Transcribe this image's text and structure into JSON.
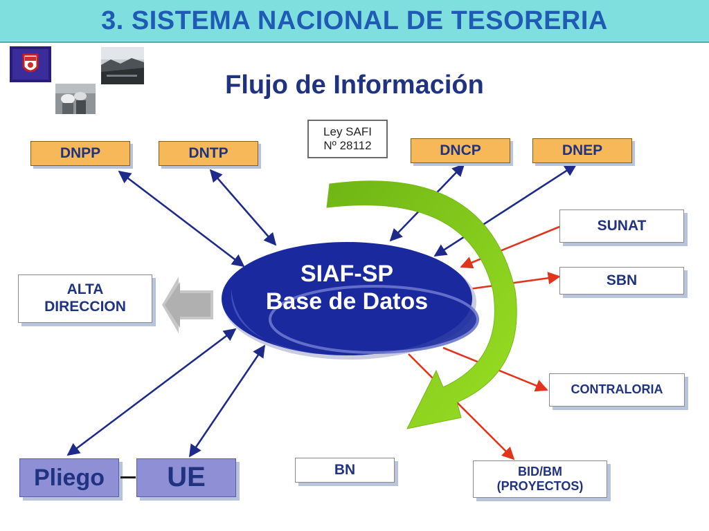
{
  "header": {
    "title": "3. SISTEMA NACIONAL DE TESORERIA"
  },
  "subtitle": "Flujo de Información",
  "note": {
    "line1": "Ley SAFI",
    "line2": "Nº 28112"
  },
  "center": {
    "line1": "SIAF-SP",
    "line2": "Base de Datos"
  },
  "top_nodes": {
    "dnpp": "DNPP",
    "dntp": "DNTP",
    "dncp": "DNCP",
    "dnep": "DNEP"
  },
  "right_nodes": {
    "sunat": "SUNAT",
    "sbn": "SBN",
    "contraloria": "CONTRALORIA",
    "bid_line1": "BID/BM",
    "bid_line2": "(PROYECTOS)"
  },
  "left_node": {
    "line1": "ALTA",
    "line2": "DIRECCION"
  },
  "bottom_nodes": {
    "pliego": "Pliego",
    "ue": "UE",
    "bn": "BN"
  },
  "colors": {
    "header_bg": "#7fdede",
    "title_text": "#1f5bb4",
    "navy": "#1f3380",
    "orange_box": "#f7b85a",
    "purple_box": "#8f8fd6",
    "ellipse": "#1a2a9e",
    "blue_arrow": "#1e2a8a",
    "red_arrow": "#e0341c",
    "green_arrow": "#8fd11a"
  },
  "icons": [
    "peru-coat-of-arms-icon",
    "landscape-photo-icon",
    "workers-photo-icon"
  ]
}
